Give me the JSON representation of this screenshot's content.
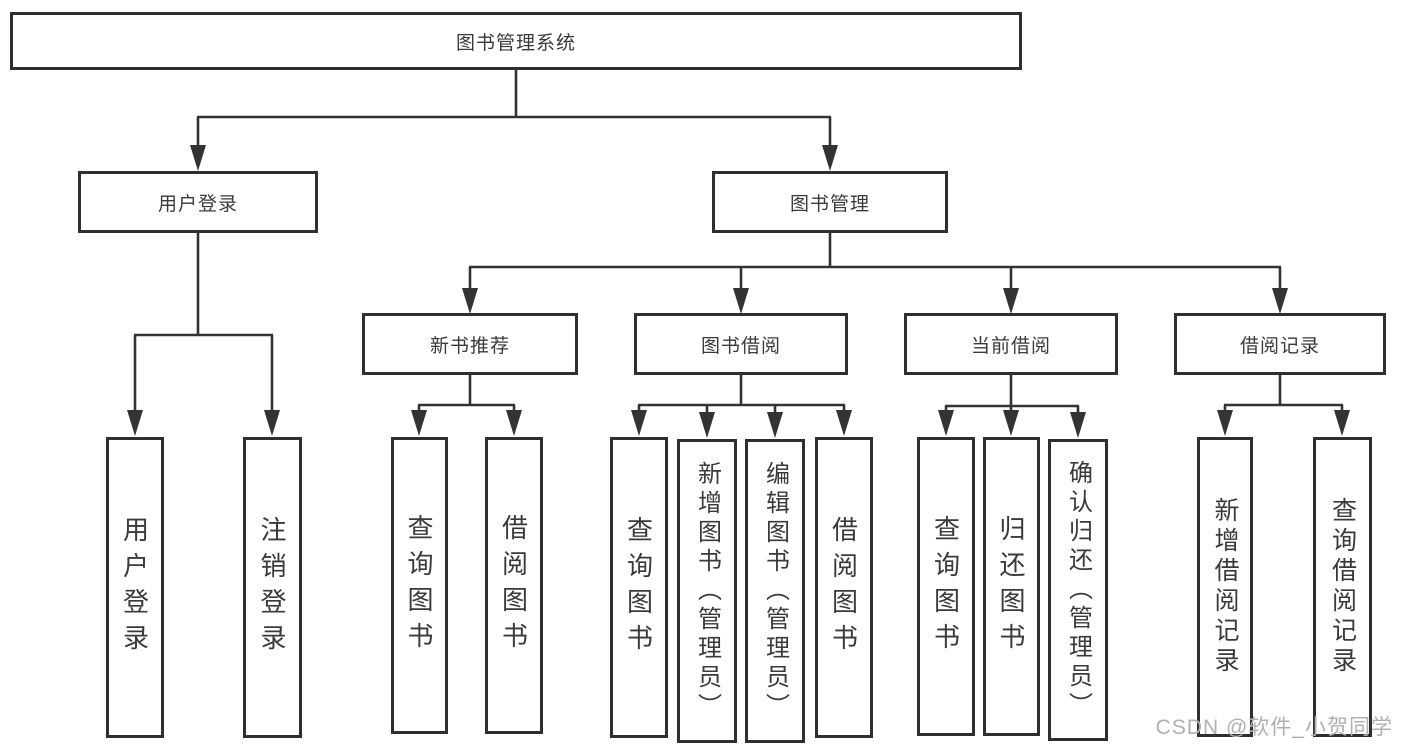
{
  "colors": {
    "line": "#333333",
    "border": "#2f2f2f",
    "text": "#3a3a3a",
    "watermark": "#b0b0b0",
    "background": "#ffffff"
  },
  "tree": {
    "root": {
      "label": "图书管理系统"
    },
    "branches": [
      {
        "label": "用户登录",
        "children": [
          {
            "label": "用户登录"
          },
          {
            "label": "注销登录"
          }
        ]
      },
      {
        "label": "图书管理",
        "sections": [
          {
            "label": "新书推荐",
            "children": [
              {
                "label": "查询图书"
              },
              {
                "label": "借阅图书"
              }
            ]
          },
          {
            "label": "图书借阅",
            "children": [
              {
                "label": "查询图书"
              },
              {
                "label": "新增图书（管理员）"
              },
              {
                "label": "编辑图书（管理员）"
              },
              {
                "label": "借阅图书"
              }
            ]
          },
          {
            "label": "当前借阅",
            "children": [
              {
                "label": "查询图书"
              },
              {
                "label": "归还图书"
              },
              {
                "label": "确认归还（管理员）"
              }
            ]
          },
          {
            "label": "借阅记录",
            "children": [
              {
                "label": "新增借阅记录"
              },
              {
                "label": "查询借阅记录"
              }
            ]
          }
        ]
      }
    ]
  },
  "watermark": {
    "text": "CSDN @软件_小贺同学"
  }
}
